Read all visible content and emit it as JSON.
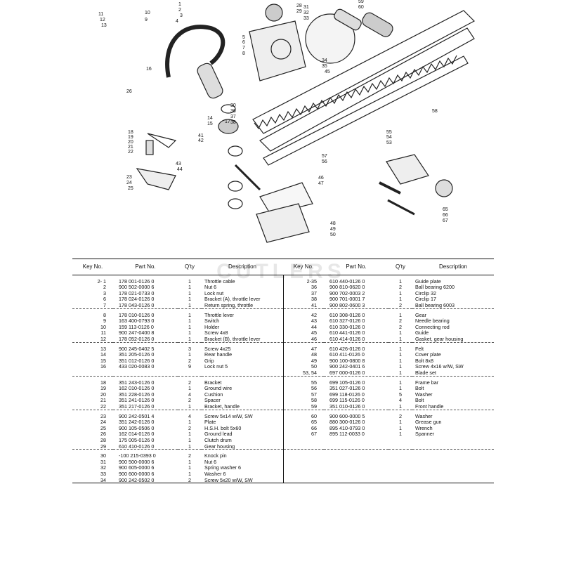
{
  "headers": {
    "key_no": "Key No.",
    "part_no": "Part No.",
    "qty": "Q'ty",
    "description": "Description"
  },
  "watermark": "CUTLERS",
  "diagram_callouts": [
    "1",
    "2",
    "3",
    "4",
    "5",
    "6",
    "7",
    "8",
    "9",
    "10",
    "11",
    "12",
    "13",
    "14",
    "15",
    "16",
    "17",
    "18",
    "19",
    "20",
    "21",
    "22",
    "23",
    "24",
    "25",
    "26",
    "28",
    "29",
    "30",
    "31",
    "32",
    "33",
    "34",
    "35",
    "36",
    "37",
    "38",
    "41",
    "42",
    "43",
    "44",
    "45",
    "46",
    "47",
    "48",
    "49",
    "50",
    "53",
    "54",
    "55",
    "56",
    "57",
    "58",
    "59",
    "60",
    "65",
    "66",
    "67"
  ],
  "left_groups": [
    [
      {
        "key": "2- 1",
        "part": "178 001-0126 0",
        "qty": "1",
        "desc": "Throttle cable"
      },
      {
        "key": "2",
        "part": "900 502-0000 6",
        "qty": "1",
        "desc": "Nut 6"
      },
      {
        "key": "3",
        "part": "178 021-0733 0",
        "qty": "1",
        "desc": "Lock nut"
      },
      {
        "key": "6",
        "part": "178 024-0126 0",
        "qty": "1",
        "desc": "Bracket (A), throttle lever"
      },
      {
        "key": "7",
        "part": "178 043-0126 0",
        "qty": "1",
        "desc": "Return spring, throttle"
      }
    ],
    [
      {
        "key": "8",
        "part": "178 010-0126 0",
        "qty": "1",
        "desc": "Throttle lever"
      },
      {
        "key": "9",
        "part": "163 400-0793 0",
        "qty": "1",
        "desc": "Switch"
      },
      {
        "key": "10",
        "part": "159 113-0126 0",
        "qty": "1",
        "desc": "Holder"
      },
      {
        "key": "11",
        "part": "900 247-0400 8",
        "qty": "1",
        "desc": "Screw 4x8"
      },
      {
        "key": "12",
        "part": "178 052-0126 0",
        "qty": "1",
        "desc": "Bracket (B), throttle lever"
      }
    ],
    [
      {
        "key": "13",
        "part": "900 245-0402 5",
        "qty": "3",
        "desc": "Screw 4x25"
      },
      {
        "key": "14",
        "part": "351 205-0126 0",
        "qty": "1",
        "desc": "Rear handle"
      },
      {
        "key": "15",
        "part": "351 012-0126 0",
        "qty": "2",
        "desc": "Grip"
      },
      {
        "key": "16",
        "part": "433 020-0083 0",
        "qty": "9",
        "desc": "Lock nut  5"
      }
    ],
    [
      {
        "key": "18",
        "part": "351 243-0126 0",
        "qty": "2",
        "desc": "Bracket"
      },
      {
        "key": "19",
        "part": "162 010-0126 0",
        "qty": "1",
        "desc": "Ground wire"
      },
      {
        "key": "20",
        "part": "351 228-0126 0",
        "qty": "4",
        "desc": "Cushion"
      },
      {
        "key": "21",
        "part": "351 241-0126 0",
        "qty": "2",
        "desc": "Spacer"
      },
      {
        "key": "22",
        "part": "351 217-0126 0",
        "qty": "1",
        "desc": "Bracket, handle"
      }
    ],
    [
      {
        "key": "23",
        "part": "900 242-0501 4",
        "qty": "4",
        "desc": "Screw 5x14 w/W, SW"
      },
      {
        "key": "24",
        "part": "351 242-0126 0",
        "qty": "1",
        "desc": "Plate"
      },
      {
        "key": "25",
        "part": "900 105-0506 0",
        "qty": "2",
        "desc": "H.S.H. bolt 5x60"
      },
      {
        "key": "26",
        "part": "162 014-0126 0",
        "qty": "1",
        "desc": "Ground lead"
      },
      {
        "key": "28",
        "part": "175 005-0126 0",
        "qty": "1",
        "desc": "Clutch drum"
      },
      {
        "key": "29",
        "part": "610 410-0126 0",
        "qty": "1",
        "desc": "Gear housing"
      }
    ],
    [
      {
        "key": "30",
        "part": "-100 215-0393 0",
        "qty": "2",
        "desc": "Knock pin"
      },
      {
        "key": "31",
        "part": "900 500-0000 6",
        "qty": "1",
        "desc": "Nut 6"
      },
      {
        "key": "32",
        "part": "900 605-0000 6",
        "qty": "1",
        "desc": "Spring washer 6"
      },
      {
        "key": "33",
        "part": "900 600-0000 6",
        "qty": "1",
        "desc": "Washer 6"
      },
      {
        "key": "34",
        "part": "900 242-0502 0",
        "qty": "2",
        "desc": "Screw 5x20 w/W, SW"
      }
    ]
  ],
  "right_groups": [
    [
      {
        "key": "2-35",
        "part": "610 440-0126 0",
        "qty": "1",
        "desc": "Guide plate"
      },
      {
        "key": "36",
        "part": "900 810-0620 0",
        "qty": "2",
        "desc": "Ball bearing 6200"
      },
      {
        "key": "37",
        "part": "900 702-0003 2",
        "qty": "1",
        "desc": "Circlip 32"
      },
      {
        "key": "38",
        "part": "900 701-0001 7",
        "qty": "1",
        "desc": "Circlip 17"
      },
      {
        "key": "41",
        "part": "900 802-0600 3",
        "qty": "2",
        "desc": "Ball bearing 6003"
      }
    ],
    [
      {
        "key": "42",
        "part": "610 308-0126 0",
        "qty": "1",
        "desc": "Gear"
      },
      {
        "key": "43",
        "part": "610 327-0126 0",
        "qty": "2",
        "desc": "Needle bearing"
      },
      {
        "key": "44",
        "part": "610 330-0126 0",
        "qty": "2",
        "desc": "Connecting rod"
      },
      {
        "key": "45",
        "part": "610 441-0126 0",
        "qty": "1",
        "desc": "Guide"
      },
      {
        "key": "46",
        "part": "610 414-0126 0",
        "qty": "1",
        "desc": "Gasket, gear housing"
      }
    ],
    [
      {
        "key": "47",
        "part": "610 426-0126 0",
        "qty": "1",
        "desc": "Felt"
      },
      {
        "key": "48",
        "part": "610 411-0126 0",
        "qty": "1",
        "desc": "Cover plate"
      },
      {
        "key": "49",
        "part": "900 100-0800 8",
        "qty": "1",
        "desc": "Bolt 8x8"
      },
      {
        "key": "50",
        "part": "900 242-0401 6",
        "qty": "1",
        "desc": "Screw 4x16 w/W, SW"
      },
      {
        "key": "53, 54",
        "part": "697 000-0126 0",
        "qty": "1",
        "desc": "Blade set"
      }
    ],
    [
      {
        "key": "55",
        "part": "699 105-0126 0",
        "qty": "1",
        "desc": "Frame bar"
      },
      {
        "key": "56",
        "part": "351 027-0126 0",
        "qty": "1",
        "desc": "Bolt"
      },
      {
        "key": "57",
        "part": "699 118-0126 0",
        "qty": "5",
        "desc": "Washer"
      },
      {
        "key": "58",
        "part": "699 115-0126 0",
        "qty": "4",
        "desc": "Bolt"
      },
      {
        "key": "59",
        "part": "351 010-0126 0",
        "qty": "1",
        "desc": "Front handle"
      }
    ],
    [
      {
        "key": "60",
        "part": "900 600-0000 5",
        "qty": "2",
        "desc": "Washer"
      },
      {
        "key": "65",
        "part": "880 300-0126 0",
        "qty": "1",
        "desc": "Grease gun"
      },
      {
        "key": "66",
        "part": "895 410-0793 0",
        "qty": "1",
        "desc": "Wrench"
      },
      {
        "key": "67",
        "part": "895 112-0033 0",
        "qty": "1",
        "desc": "Spanner"
      },
      {
        "key": "",
        "part": "",
        "qty": "",
        "desc": ""
      },
      {
        "key": "",
        "part": "",
        "qty": "",
        "desc": ""
      }
    ],
    [
      {
        "key": "",
        "part": "",
        "qty": "",
        "desc": ""
      },
      {
        "key": "",
        "part": "",
        "qty": "",
        "desc": ""
      },
      {
        "key": "",
        "part": "",
        "qty": "",
        "desc": ""
      },
      {
        "key": "",
        "part": "",
        "qty": "",
        "desc": ""
      },
      {
        "key": "",
        "part": "",
        "qty": "",
        "desc": ""
      }
    ]
  ]
}
